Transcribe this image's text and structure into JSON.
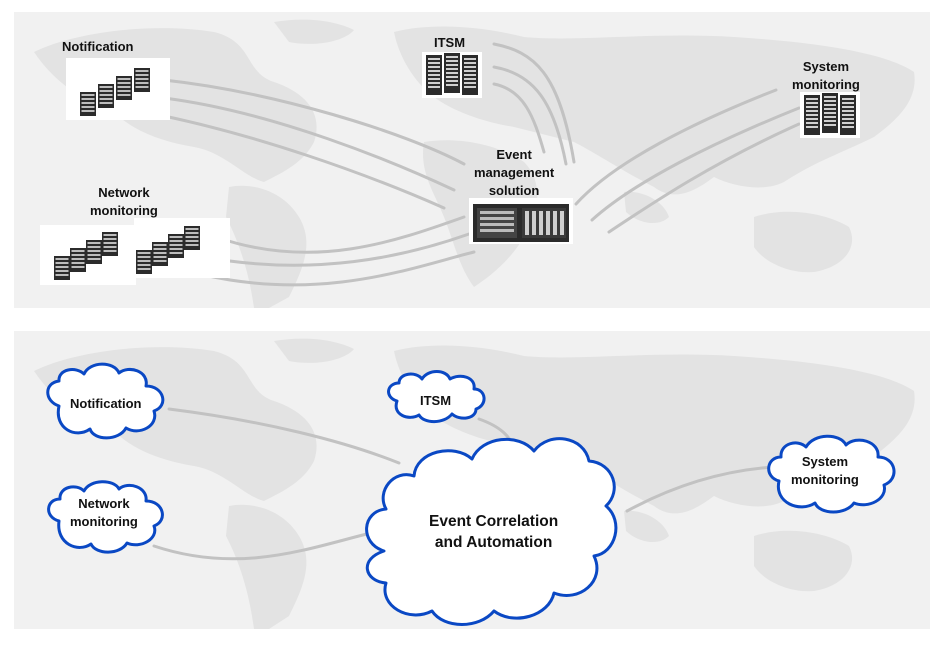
{
  "top_diagram": {
    "notification_label": "Notification",
    "itsm_label": "ITSM",
    "system_monitoring_label": [
      "System",
      "monitoring"
    ],
    "event_management_label": [
      "Event",
      "management",
      "solution"
    ],
    "network_monitoring_label": [
      "Network",
      "monitoring"
    ]
  },
  "bottom_diagram": {
    "notification_label": "Notification",
    "itsm_label": "ITSM",
    "system_monitoring_label": [
      "System",
      "monitoring"
    ],
    "network_monitoring_label": [
      "Network",
      "monitoring"
    ],
    "event_correlation_label": [
      "Event Correlation",
      "and Automation"
    ]
  },
  "colors": {
    "panel_background": "#f1f1f1",
    "map_land": "#e3e3e3",
    "connector_line": "#c2c2c2",
    "cloud_outline": "#0a48c4",
    "server_dark": "#2b2b2b",
    "server_light": "#cfcfcf"
  },
  "icons": [
    "server-rack-icon",
    "server-stack-icon",
    "blade-chassis-icon",
    "cloud-icon"
  ]
}
